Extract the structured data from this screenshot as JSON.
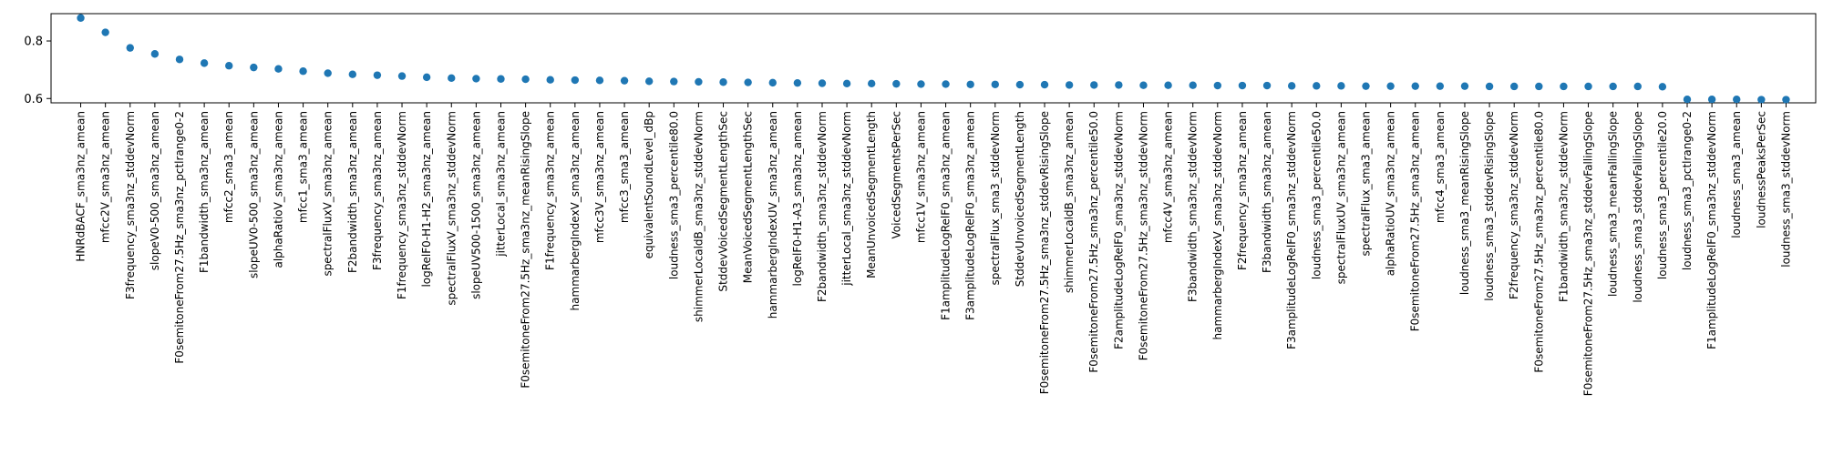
{
  "chart_data": {
    "type": "scatter",
    "title": "",
    "xlabel": "",
    "ylabel": "",
    "grid": false,
    "ylim": [
      0.585,
      0.895
    ],
    "yticks": [
      0.6,
      0.8
    ],
    "yticklabels": [
      "0.6",
      "0.8"
    ],
    "marker_color": "#1f77b4",
    "categories": [
      "HNRdBACF_sma3nz_amean",
      "mfcc2V_sma3nz_amean",
      "F3frequency_sma3nz_stddevNorm",
      "slopeV0-500_sma3nz_amean",
      "F0semitoneFrom27.5Hz_sma3nz_pctlrange0-2",
      "F1bandwidth_sma3nz_amean",
      "mfcc2_sma3_amean",
      "slopeUV0-500_sma3nz_amean",
      "alphaRatioV_sma3nz_amean",
      "mfcc1_sma3_amean",
      "spectralFluxV_sma3nz_amean",
      "F2bandwidth_sma3nz_amean",
      "F3frequency_sma3nz_amean",
      "F1frequency_sma3nz_stddevNorm",
      "logRelF0-H1-H2_sma3nz_amean",
      "spectralFluxV_sma3nz_stddevNorm",
      "slopeUV500-1500_sma3nz_amean",
      "jitterLocal_sma3nz_amean",
      "F0semitoneFrom27.5Hz_sma3nz_meanRisingSlope",
      "F1frequency_sma3nz_amean",
      "hammarbergIndexV_sma3nz_amean",
      "mfcc3V_sma3nz_amean",
      "mfcc3_sma3_amean",
      "equivalentSoundLevel_dBp",
      "loudness_sma3_percentile80.0",
      "shimmerLocaldB_sma3nz_stddevNorm",
      "StddevVoicedSegmentLengthSec",
      "MeanVoicedSegmentLengthSec",
      "hammarbergIndexUV_sma3nz_amean",
      "logRelF0-H1-A3_sma3nz_amean",
      "F2bandwidth_sma3nz_stddevNorm",
      "jitterLocal_sma3nz_stddevNorm",
      "MeanUnvoicedSegmentLength",
      "VoicedSegmentsPerSec",
      "mfcc1V_sma3nz_amean",
      "F1amplitudeLogRelF0_sma3nz_amean",
      "F3amplitudeLogRelF0_sma3nz_amean",
      "spectralFlux_sma3_stddevNorm",
      "StddevUnvoicedSegmentLength",
      "F0semitoneFrom27.5Hz_sma3nz_stddevRisingSlope",
      "shimmerLocaldB_sma3nz_amean",
      "F0semitoneFrom27.5Hz_sma3nz_percentile50.0",
      "F2amplitudeLogRelF0_sma3nz_stddevNorm",
      "F0semitoneFrom27.5Hz_sma3nz_stddevNorm",
      "mfcc4V_sma3nz_amean",
      "F3bandwidth_sma3nz_stddevNorm",
      "hammarbergIndexV_sma3nz_stddevNorm",
      "F2frequency_sma3nz_amean",
      "F3bandwidth_sma3nz_amean",
      "F3amplitudeLogRelF0_sma3nz_stddevNorm",
      "loudness_sma3_percentile50.0",
      "spectralFluxUV_sma3nz_amean",
      "spectralFlux_sma3_amean",
      "alphaRatioUV_sma3nz_amean",
      "F0semitoneFrom27.5Hz_sma3nz_amean",
      "mfcc4_sma3_amean",
      "loudness_sma3_meanRisingSlope",
      "loudness_sma3_stddevRisingSlope",
      "F2frequency_sma3nz_stddevNorm",
      "F0semitoneFrom27.5Hz_sma3nz_percentile80.0",
      "F1bandwidth_sma3nz_stddevNorm",
      "F0semitoneFrom27.5Hz_sma3nz_stddevFallingSlope",
      "loudness_sma3_meanFallingSlope",
      "loudness_sma3_stddevFallingSlope",
      "loudness_sma3_percentile20.0",
      "loudness_sma3_pctlrange0-2",
      "F1amplitudeLogRelF0_sma3nz_stddevNorm",
      "loudness_sma3_amean",
      "loudnessPeaksPerSec",
      "loudness_sma3_stddevNorm"
    ],
    "values": [
      0.88,
      0.83,
      0.776,
      0.755,
      0.736,
      0.723,
      0.714,
      0.708,
      0.703,
      0.695,
      0.688,
      0.684,
      0.681,
      0.678,
      0.674,
      0.671,
      0.669,
      0.668,
      0.667,
      0.665,
      0.664,
      0.663,
      0.662,
      0.66,
      0.659,
      0.658,
      0.657,
      0.656,
      0.655,
      0.654,
      0.653,
      0.652,
      0.652,
      0.651,
      0.65,
      0.65,
      0.649,
      0.649,
      0.648,
      0.648,
      0.647,
      0.647,
      0.647,
      0.646,
      0.646,
      0.646,
      0.645,
      0.645,
      0.645,
      0.644,
      0.644,
      0.644,
      0.643,
      0.643,
      0.643,
      0.643,
      0.643,
      0.642,
      0.642,
      0.642,
      0.642,
      0.642,
      0.642,
      0.642,
      0.641,
      0.597,
      0.597,
      0.597,
      0.596,
      0.596
    ]
  }
}
